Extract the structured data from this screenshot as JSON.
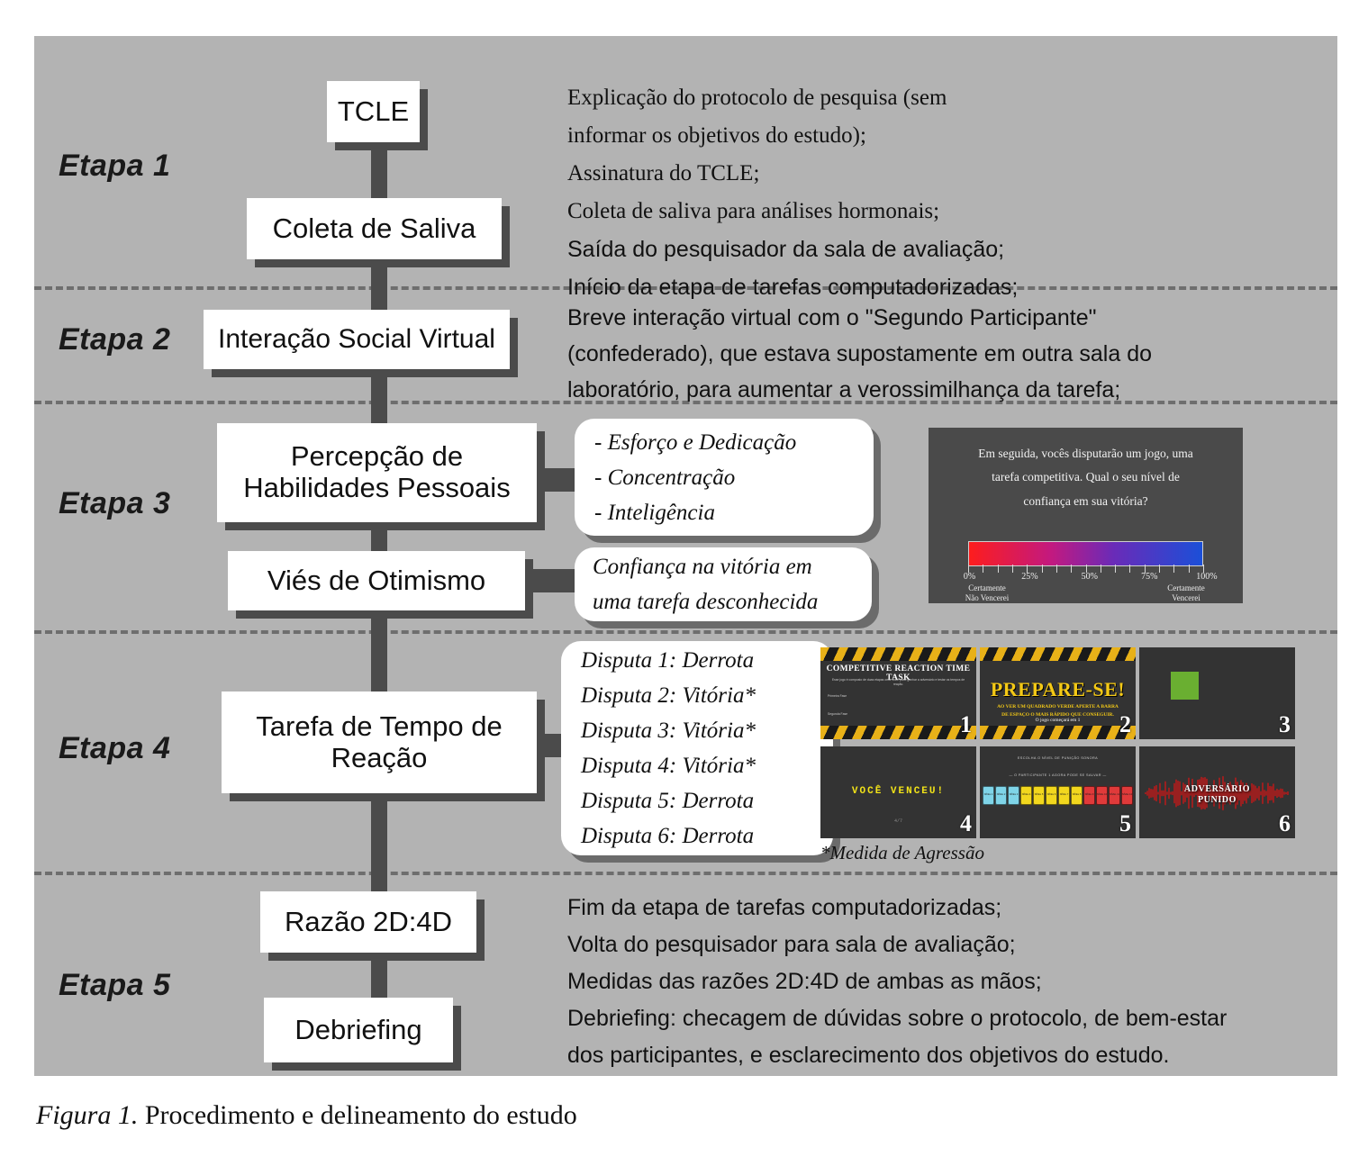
{
  "figure": {
    "caption_label": "Figura 1.",
    "caption_text": " Procedimento e delineamento do estudo"
  },
  "stages": [
    {
      "label": "Etapa 1"
    },
    {
      "label": "Etapa 2"
    },
    {
      "label": "Etapa 3"
    },
    {
      "label": "Etapa 4"
    },
    {
      "label": "Etapa 5"
    }
  ],
  "boxes": {
    "tcle": "TCLE",
    "coleta": "Coleta de Saliva",
    "interacao": "Interação Social Virtual",
    "percepcao_l1": "Percepção de",
    "percepcao_l2": "Habilidades Pessoais",
    "vies": "Viés de Otimismo",
    "tarefa_l1": "Tarefa de Tempo de",
    "tarefa_l2": "Reação",
    "razao": "Razão 2D:4D",
    "debriefing": "Debriefing"
  },
  "etapa1_desc": [
    "Explicação do protocolo de pesquisa (sem",
    "informar os objetivos do estudo);",
    "Assinatura do TCLE;",
    "Coleta de saliva para análises hormonais;",
    "Saída do pesquisador da sala de avaliação;",
    "Início da etapa de tarefas computadorizadas;"
  ],
  "etapa2_desc": [
    "Breve interação virtual com o \"Segundo Participante\"",
    "(confederado), que estava supostamente em outra sala do",
    "laboratório, para aumentar a verossimilhança da tarefa;"
  ],
  "habilidades_bubble": [
    "- Esforço e Dedicação",
    "- Concentração",
    "- Inteligência"
  ],
  "vies_bubble": [
    "Confiança na vitória em",
    "uma tarefa desconhecida"
  ],
  "disputas_bubble": [
    "Disputa 1: Derrota",
    "Disputa 2: Vitória*",
    "Disputa 3: Vitória*",
    "Disputa 4: Vitória*",
    "Disputa 5: Derrota",
    "Disputa 6: Derrota"
  ],
  "aggression_note": "*Medida de Agressão",
  "etapa5_desc": [
    "Fim da etapa de tarefas computadorizadas;",
    "Volta do pesquisador para sala de avaliação;",
    "Medidas das razões 2D:4D de ambas as mãos;",
    "Debriefing: checagem de dúvidas sobre o protocolo, de bem-estar",
    "dos participantes, e esclarecimento dos objetivos do estudo."
  ],
  "confidence_slide": {
    "question_l1": "Em seguida, vocês disputarão um jogo, uma",
    "question_l2": "tarefa competitiva. Qual o seu nível de",
    "question_l3": "confiança em sua vitória?",
    "tick_labels": [
      "0%",
      "25%",
      "50%",
      "75%",
      "100%"
    ],
    "left_anchor_l1": "Certamente",
    "left_anchor_l2": "Não Vencerei",
    "right_anchor_l1": "Certamente",
    "right_anchor_l2": "Vencerei",
    "gradient_start": "#fd1d1d",
    "gradient_end": "#1b4fd8"
  },
  "game_panels": [
    {
      "num": "1",
      "title": "COMPETITIVE REACTION TIME TASK",
      "body1": "Esse jogo é composto de duas etapas onde você pode ganhar a adversário e testar os tempos de reação.",
      "body2": "Primeira Fase",
      "body3": "Segunda Fase"
    },
    {
      "num": "2",
      "title": "PREPARE-SE!",
      "sub_l1": "AO VER UM QUADRADO VERDE APERTE A BARRA",
      "sub_l2": "DE ESPAÇO O MAIS RÁPIDO QUE CONSEGUIR.",
      "counter": "O jogo começará em 1"
    },
    {
      "num": "3",
      "square_color": "#6aaf31"
    },
    {
      "num": "4",
      "message": "VOCÊ  VENCEU!",
      "score": "4/7"
    },
    {
      "num": "5",
      "header_l1": "ESCOLHA O NÍVEL DE PUNIÇÃO SONORA",
      "header_l2": "— O PARTICIPANTE 1 AGORA PODE SE SALVAR —",
      "cards": [
        {
          "label": "NÍVEL 1",
          "color": "#7fd4e8"
        },
        {
          "label": "NÍVEL 2",
          "color": "#7fd4e8"
        },
        {
          "label": "NÍVEL 3",
          "color": "#7fd4e8"
        },
        {
          "label": "NÍVEL 4",
          "color": "#f2d71e"
        },
        {
          "label": "NÍVEL 5",
          "color": "#f2d71e"
        },
        {
          "label": "NÍVEL 6",
          "color": "#f2d71e"
        },
        {
          "label": "NÍVEL 7",
          "color": "#f2d71e"
        },
        {
          "label": "NÍVEL 8",
          "color": "#f2d71e"
        },
        {
          "label": "NÍVEL 9",
          "color": "#e03a3a"
        },
        {
          "label": "NÍVEL 10",
          "color": "#e03a3a"
        },
        {
          "label": "NÍVEL 11",
          "color": "#e03a3a"
        },
        {
          "label": "NÍVEL 12",
          "color": "#e03a3a"
        }
      ]
    },
    {
      "num": "6",
      "title_l1": "ADVERSÁRIO",
      "title_l2": "PUNIDO",
      "wave_color": "#b31b1b"
    }
  ],
  "colors": {
    "panel_bg": "#b3b3b3",
    "connector": "#4b4b4b",
    "box_bg": "#ffffff",
    "separator": "#6e6e6e",
    "slide_bg": "#4a4a4a"
  }
}
